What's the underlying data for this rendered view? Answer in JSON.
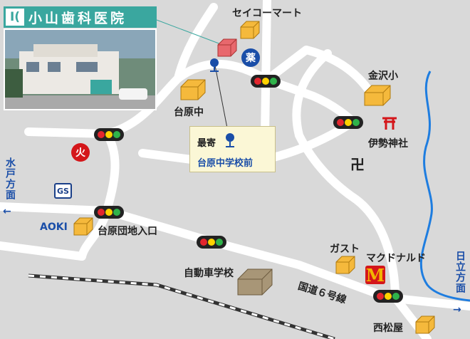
{
  "clinic": {
    "logo_text": "I(",
    "name": "小山歯科医院"
  },
  "labels": {
    "seicomart": "セイコーマート",
    "kanazawa": "金沢小",
    "daiharachu": "台原中",
    "ise": "伊勢神社",
    "aoki": "AOKI",
    "danchi": "台原団地入口",
    "gusto": "ガスト",
    "mcd": "マクドナルド",
    "driving": "自動車学校",
    "route6": "国道６号線",
    "nishimatsuya": "西松屋"
  },
  "bus_stop": {
    "prefix": "最寄",
    "name": "台原中学校前"
  },
  "badges": {
    "pharmacy": "薬",
    "fire": "火",
    "gas": "GS",
    "mcd": "M",
    "temple": "卍"
  },
  "directions": {
    "mito": "水戸方面",
    "mito_arrow": "←",
    "hitachi": "日立方面",
    "hitachi_arrow": "→"
  },
  "colors": {
    "background": "#d9d9d9",
    "road": "#ffffff",
    "river": "#1e7de0",
    "clinic_teal": "#3aa79f",
    "label_blue": "#1a4ea8",
    "building": "#f5b93c",
    "clinic_box": "#e8686d"
  },
  "icons": [
    "clinic-box-icon",
    "building-icon",
    "traffic-light-icon",
    "bus-stop-icon",
    "torii-icon",
    "temple-icon",
    "fire-station-icon",
    "pharmacy-icon",
    "gas-station-icon",
    "mcdonalds-icon",
    "railway-icon",
    "river-icon"
  ]
}
